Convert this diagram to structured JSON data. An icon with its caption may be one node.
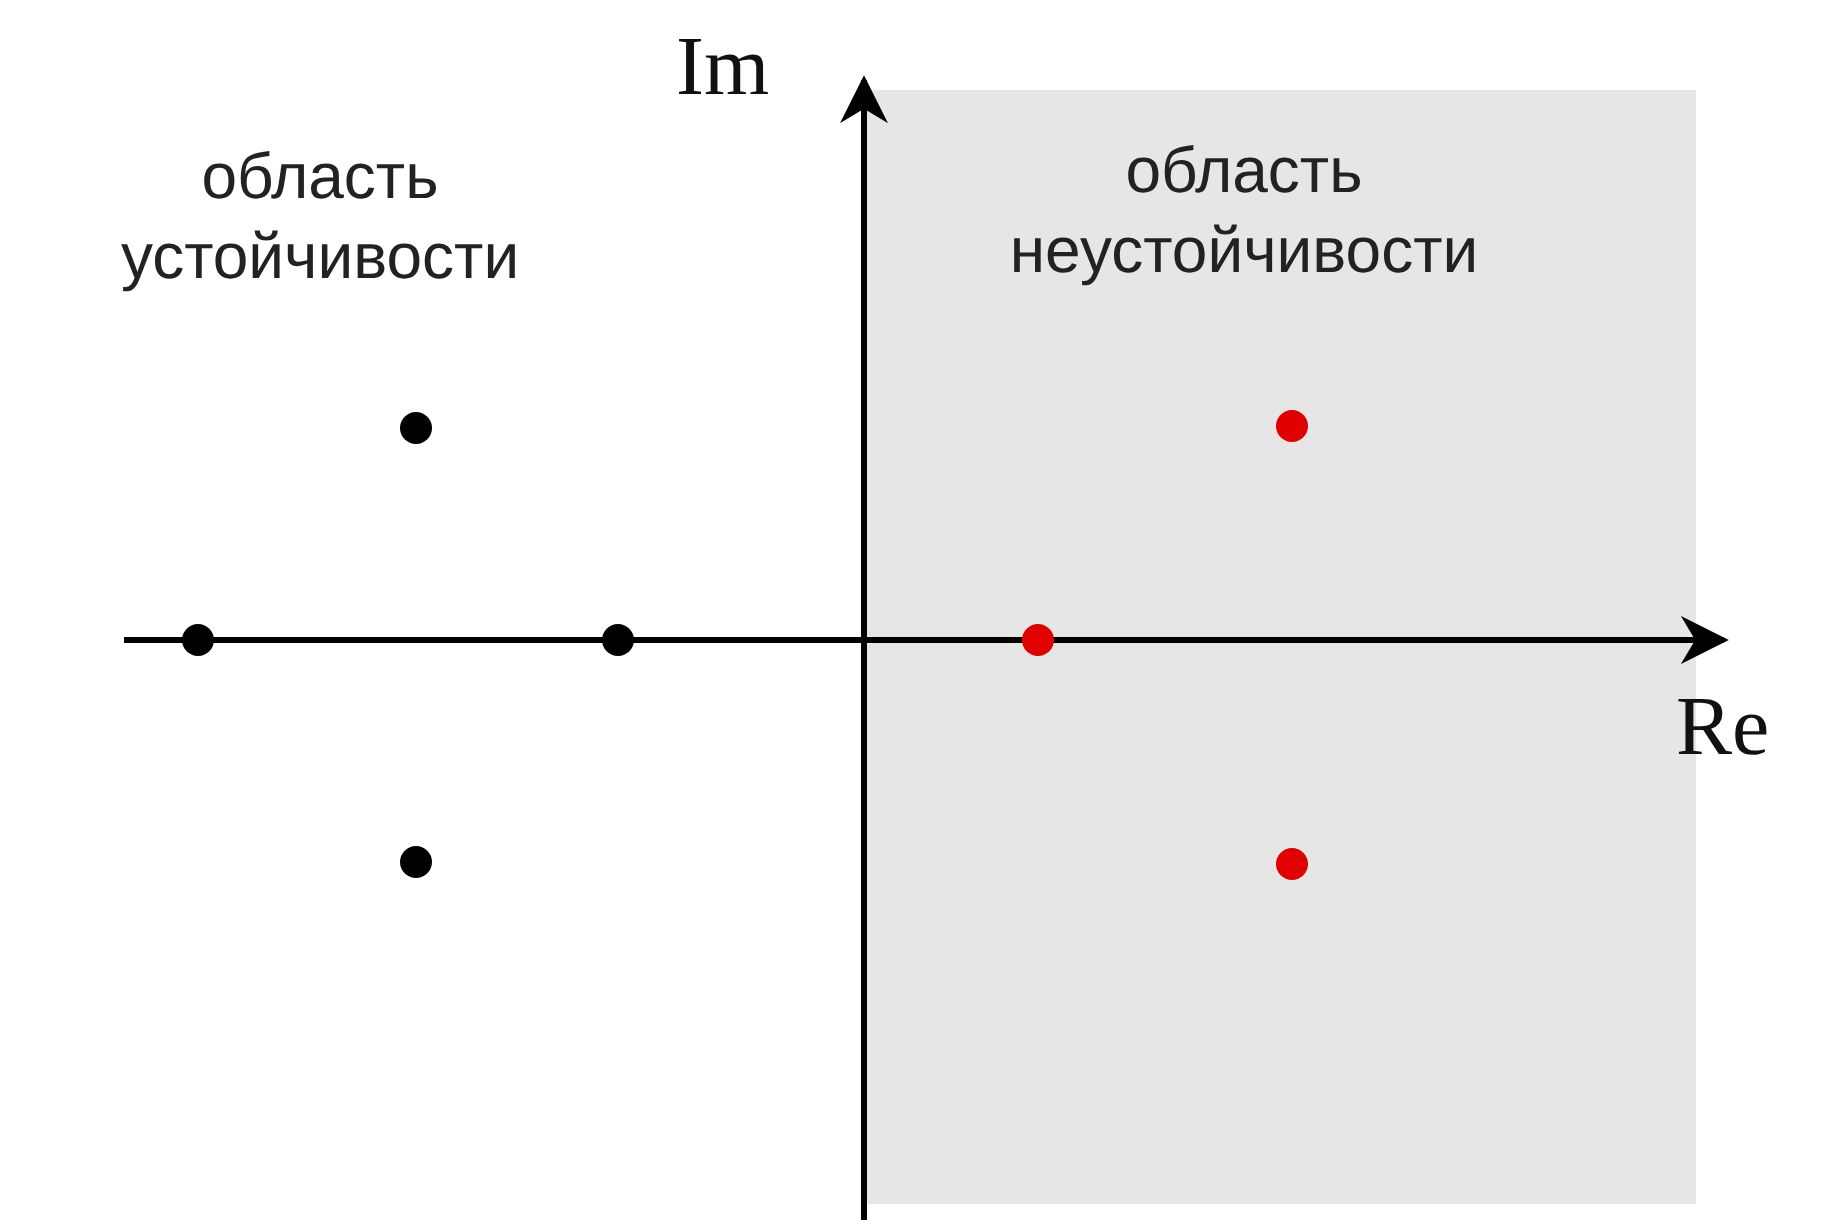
{
  "diagram": {
    "nodes": [
      {
        "text": [
          "область неустойчивости"
        ]
      }
    ],
    "labels": [
      "Im",
      "область устойчивости",
      "Re"
    ]
  }
}
